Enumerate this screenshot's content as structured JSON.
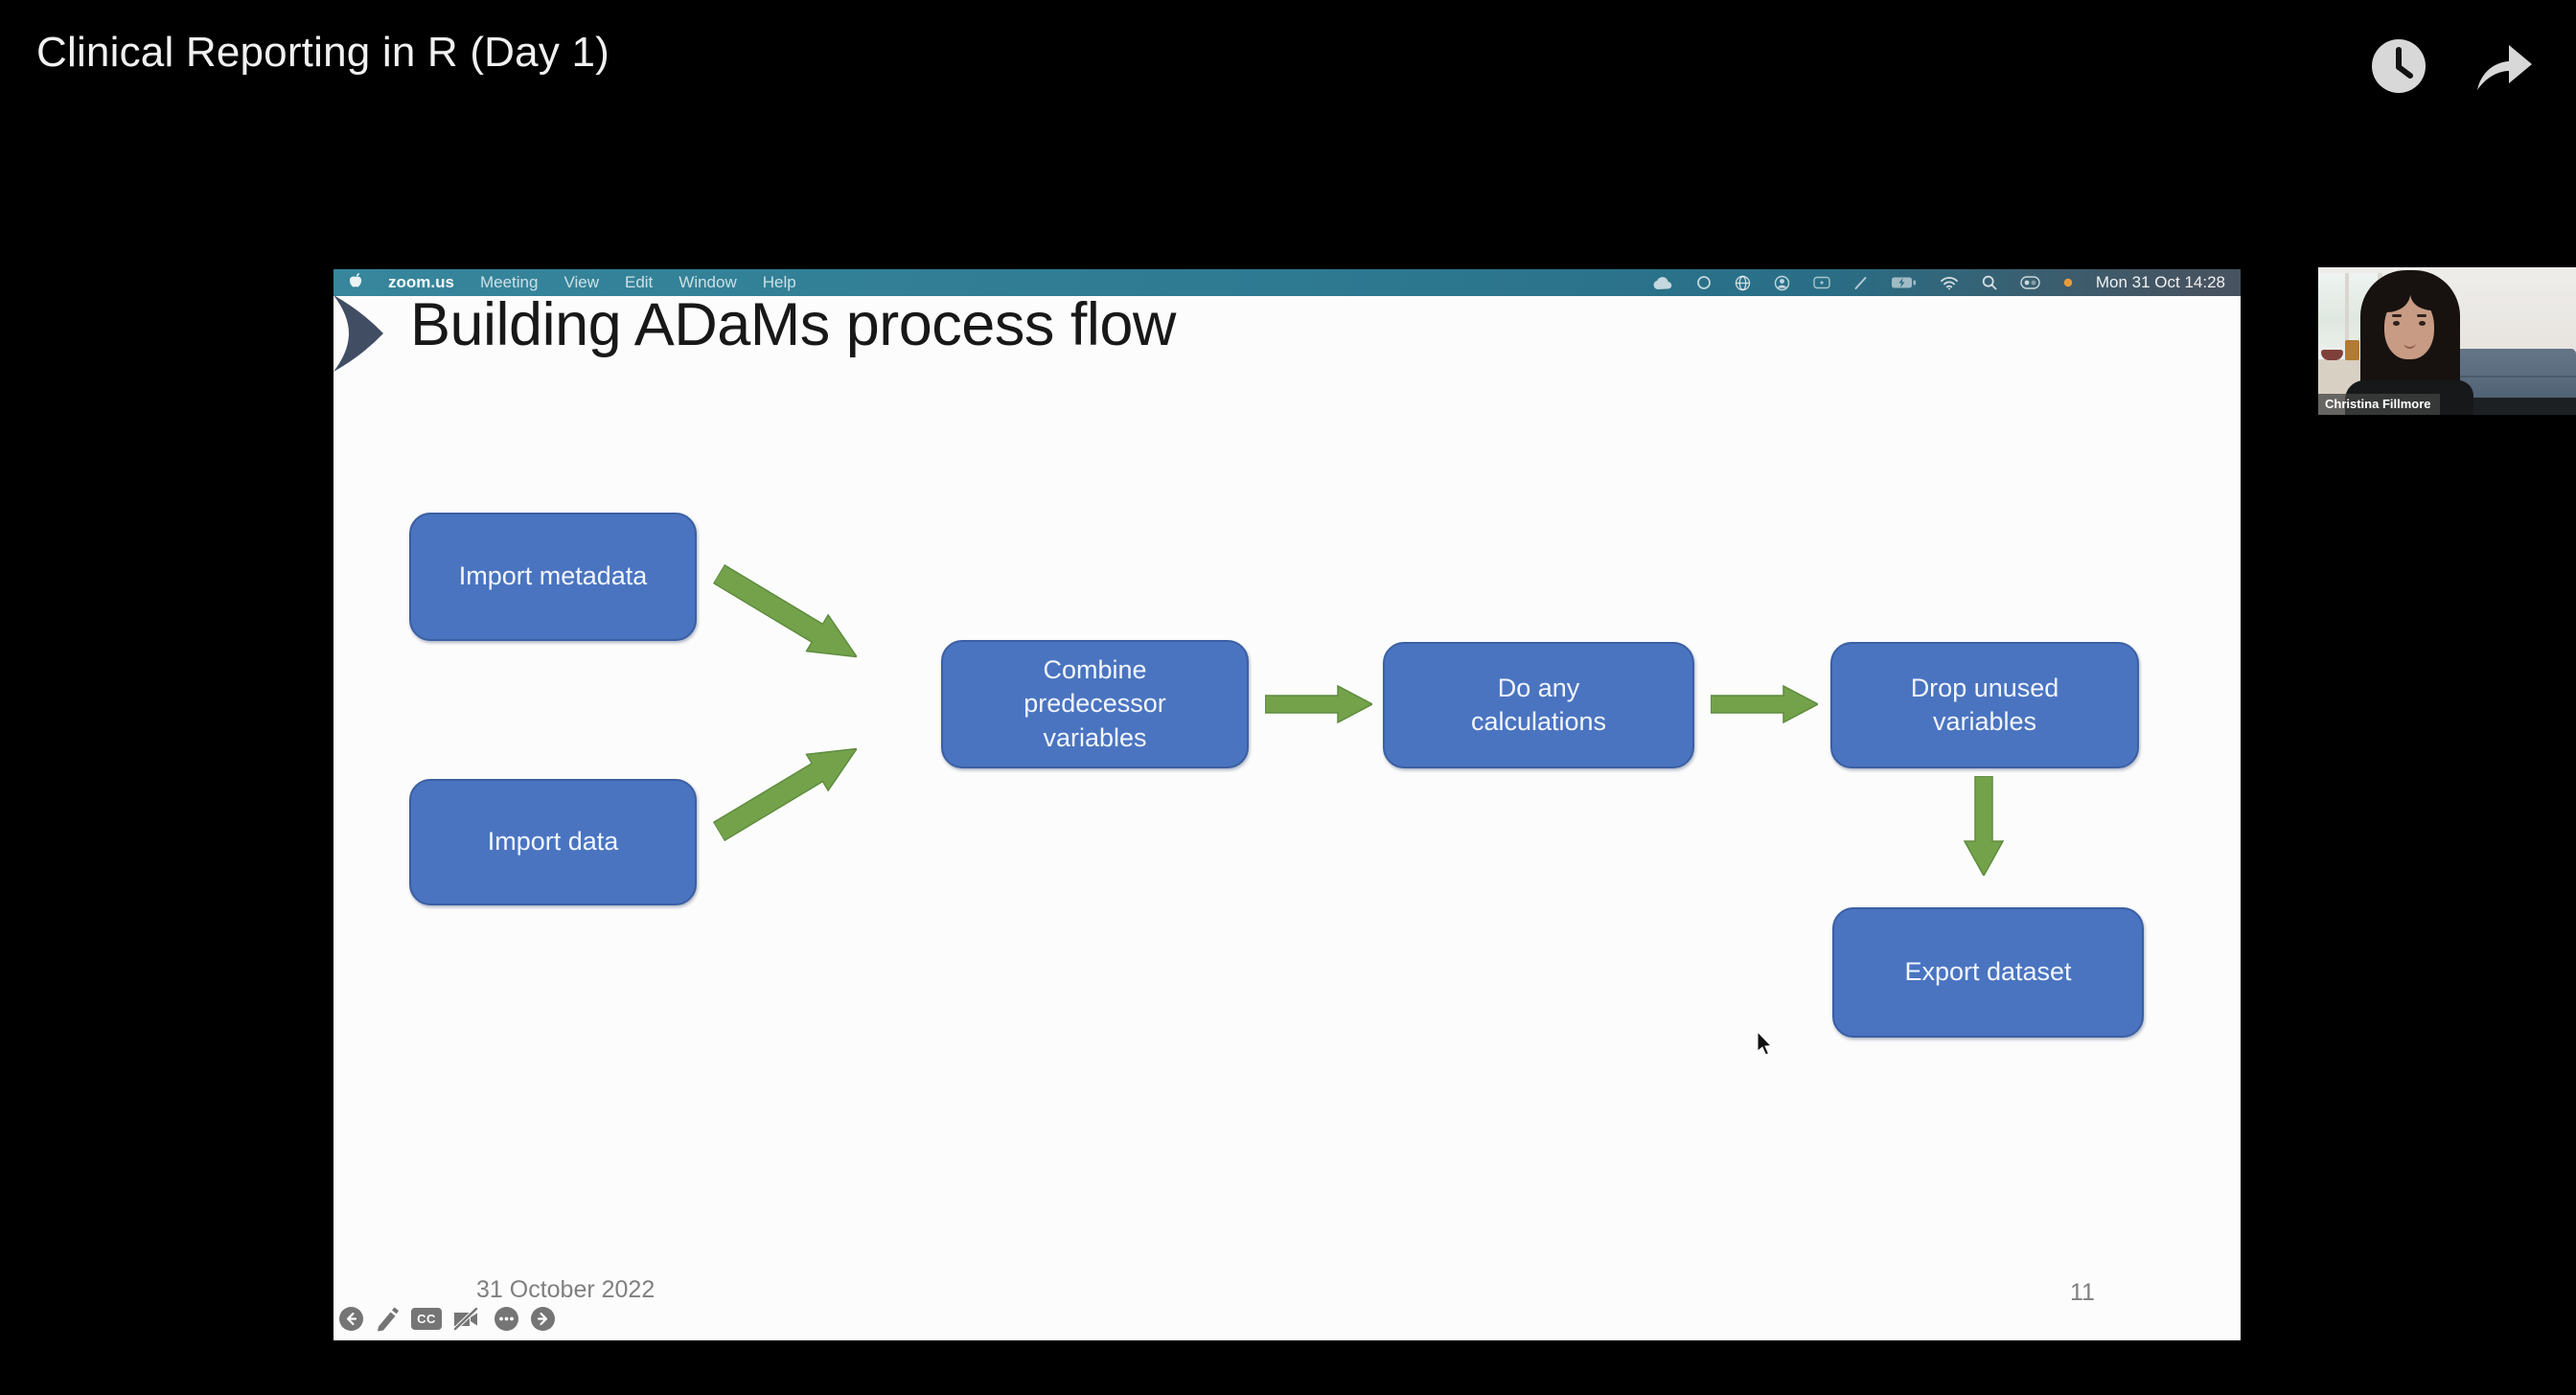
{
  "player": {
    "title": "Clinical Reporting in R (Day 1)",
    "action_icons": [
      "watch-later-icon",
      "share-icon"
    ]
  },
  "menubar": {
    "apple_icon": "apple-menu-icon",
    "items": [
      "zoom.us",
      "Meeting",
      "View",
      "Edit",
      "Window",
      "Help"
    ],
    "status_icons": [
      "cloud-icon",
      "ring-icon",
      "globe-icon",
      "account-icon",
      "keystroke-icon",
      "pen-slash-icon",
      "battery-charging-icon",
      "wifi-icon",
      "spotlight-search-icon",
      "control-center-icon",
      "notification-dot-icon"
    ],
    "time": "Mon 31 Oct 14:28"
  },
  "slide": {
    "title": "Building ADaMs process flow",
    "footer_date": "31 October 2022",
    "page_number": "11",
    "cc_label": "CC",
    "presenter_controls": [
      "previous-slide",
      "pen-tool",
      "closed-captions",
      "camera-off",
      "more-options",
      "next-slide"
    ]
  },
  "flowchart": {
    "type": "process-flow",
    "nodes": [
      {
        "id": "import-metadata",
        "label": "Import metadata"
      },
      {
        "id": "import-data",
        "label": "Import data"
      },
      {
        "id": "combine-predecessor",
        "label": "Combine predecessor variables"
      },
      {
        "id": "do-calculations",
        "label": "Do any calculations"
      },
      {
        "id": "drop-unused",
        "label": "Drop unused variables"
      },
      {
        "id": "export-dataset",
        "label": "Export dataset"
      }
    ],
    "edges": [
      {
        "from": "import-metadata",
        "to": "combine-predecessor",
        "direction": "down-right"
      },
      {
        "from": "import-data",
        "to": "combine-predecessor",
        "direction": "up-right"
      },
      {
        "from": "combine-predecessor",
        "to": "do-calculations",
        "direction": "right"
      },
      {
        "from": "do-calculations",
        "to": "drop-unused",
        "direction": "right"
      },
      {
        "from": "drop-unused",
        "to": "export-dataset",
        "direction": "down"
      }
    ]
  },
  "webcam": {
    "name": "Christina Fillmore"
  },
  "colors": {
    "node_fill": "#4a74c0",
    "node_border": "#3b5fa3",
    "arrow_green": "#73a24b",
    "menubar_teal": "#2f7e95",
    "slide_background": "#fcfcfc",
    "player_background": "#000000",
    "footer_text": "#7f7f7f",
    "notification_dot": "#e79b3c"
  }
}
